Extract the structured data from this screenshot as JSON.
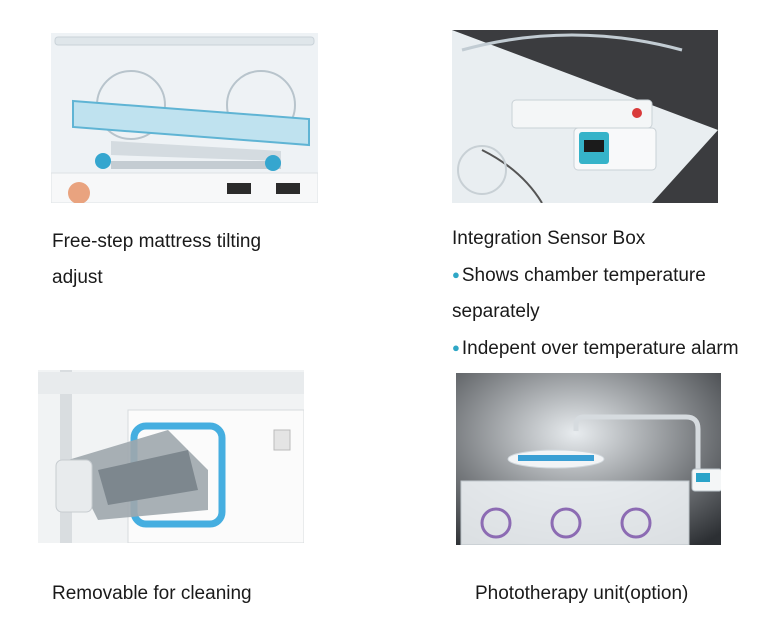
{
  "features": [
    {
      "caption": "Free-step mattress tilting",
      "caption_cont": "adjust",
      "image_subject": "tilting mattress tray"
    },
    {
      "caption": "Integration Sensor Box",
      "bullets": [
        "Shows chamber temperature",
        "separately",
        "Indepent over temperature alarm"
      ],
      "image_subject": "sensor box with digital display"
    },
    {
      "caption": "Removable for cleaning",
      "image_subject": "removable drawer"
    },
    {
      "caption": "Phototherapy unit(option)",
      "image_subject": "phototherapy lamp over incubator"
    }
  ],
  "colors": {
    "accent_blue": "#2fa7c6",
    "text": "#1a1a1a"
  }
}
